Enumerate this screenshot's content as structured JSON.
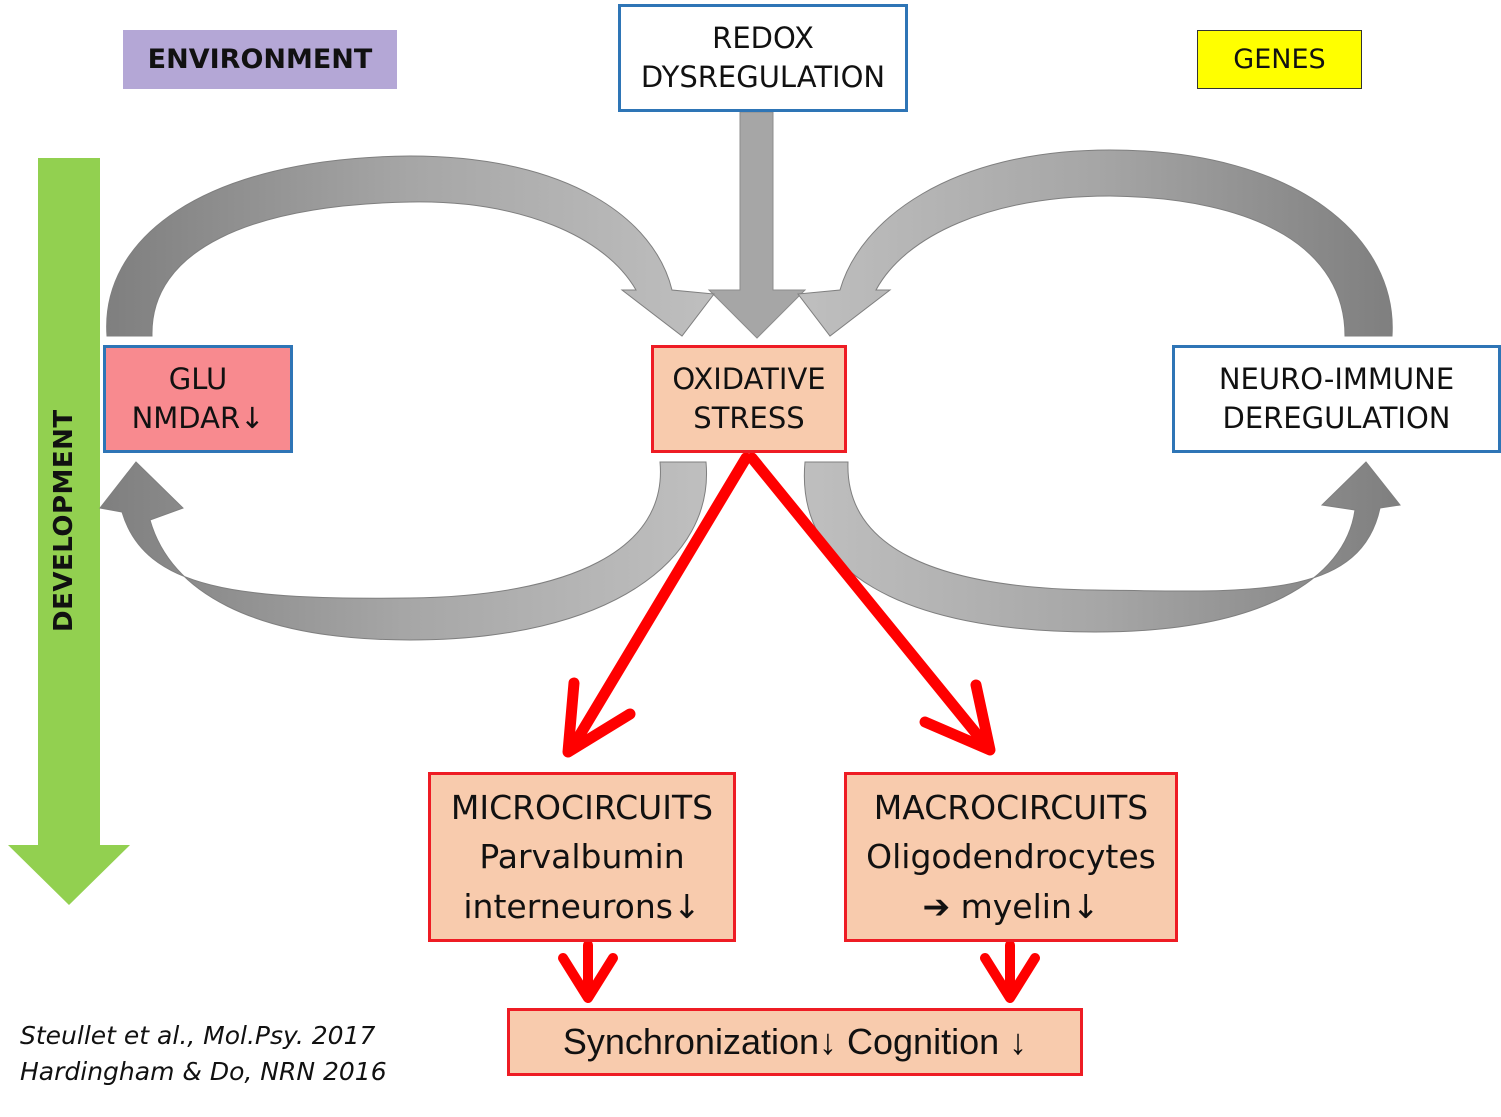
{
  "labels": {
    "environment": "ENVIRONMENT",
    "genes": "GENES",
    "development": "DEVELOPMENT"
  },
  "boxes": {
    "redox": {
      "line1": "REDOX",
      "line2": "DYSREGULATION"
    },
    "glu": {
      "line1": "GLU",
      "line2": "NMDAR↓"
    },
    "oxidative": {
      "line1": "OXIDATIVE",
      "line2": "STRESS"
    },
    "neuro_immune": {
      "line1": "NEURO-IMMUNE",
      "line2": "DEREGULATION"
    },
    "microcircuits": {
      "line1": "MICROCIRCUITS",
      "line2": "Parvalbumin",
      "line3": "interneurons↓"
    },
    "macrocircuits": {
      "line1": "MACROCIRCUITS",
      "line2": "Oligodendrocytes",
      "line3": "➔ myelin↓"
    },
    "outcome": "Synchronization↓ Cognition ↓"
  },
  "references": [
    "Steullet et al., Mol.Psy. 2017",
    "Hardingham & Do, NRN 2016"
  ],
  "colors": {
    "environment_bg": "#b4a7d6",
    "genes_bg": "#ffff00",
    "development_arrow": "#92d050",
    "glu_bg": "#f88a8f",
    "box_fill": "#f8cbad",
    "red_border": "#ee1c24",
    "blue_border": "#2e75b6",
    "gray_arrow": "#a6a6a6",
    "red_arrow": "#ff0000"
  }
}
